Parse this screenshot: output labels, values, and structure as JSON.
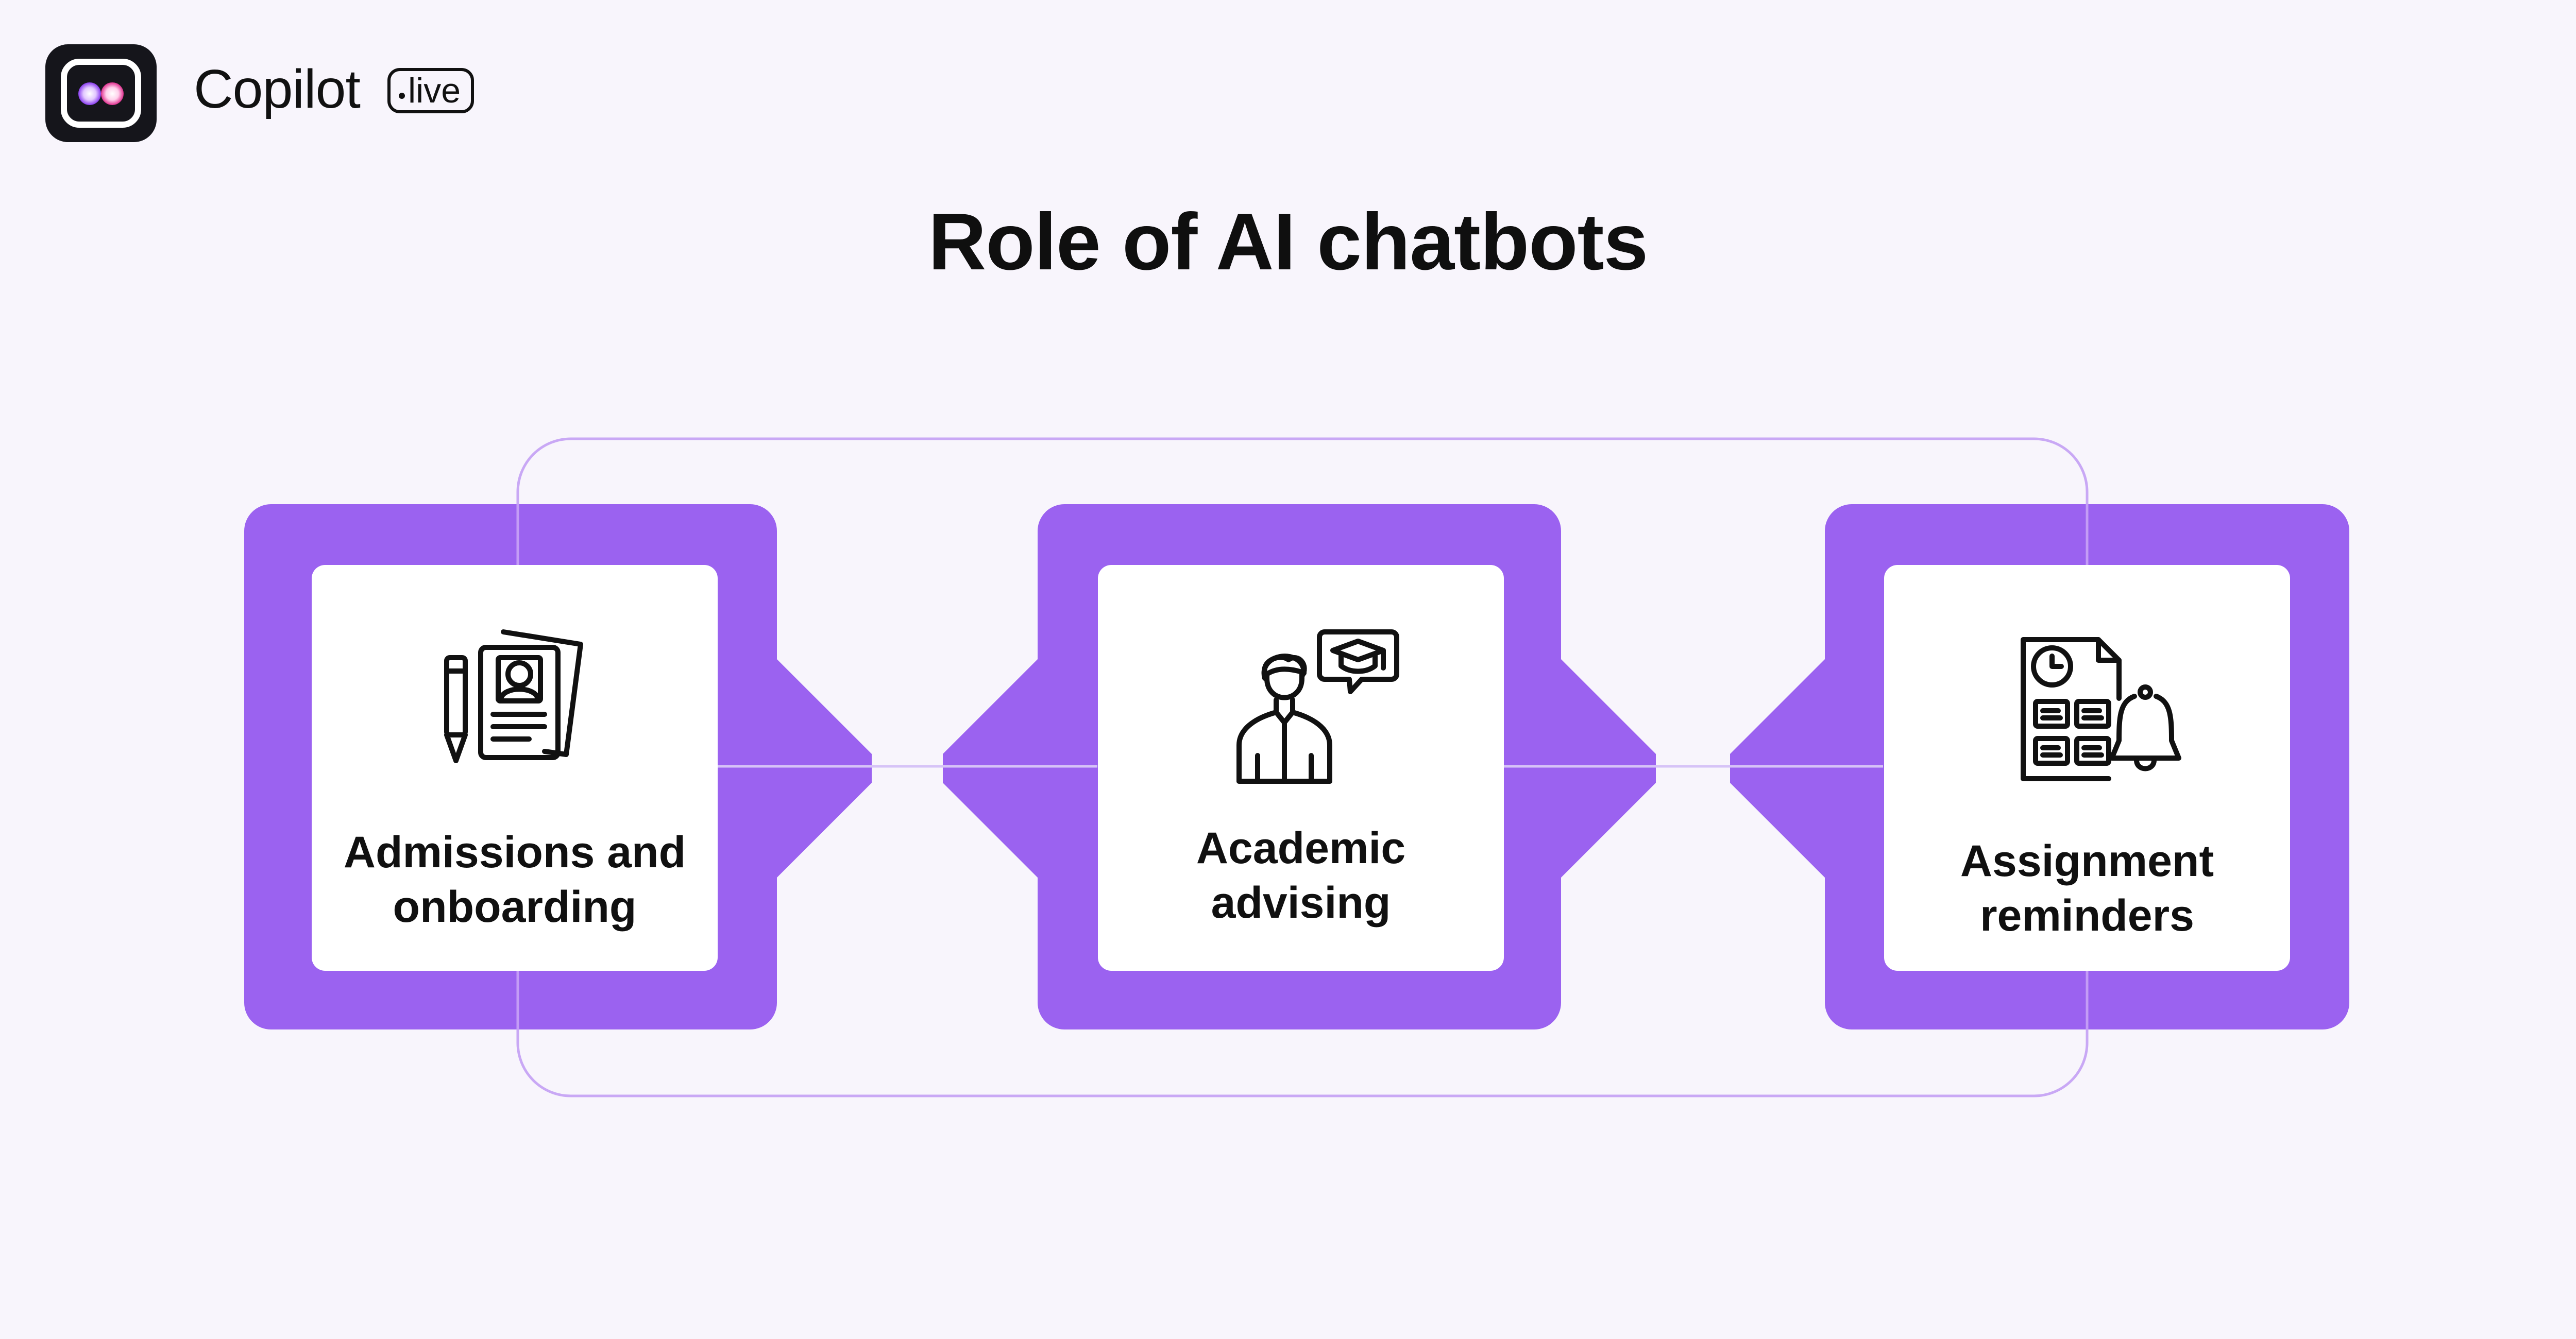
{
  "brand": {
    "name": "Copilot",
    "badge": "live",
    "logo_icon": "copilot-logo-icon"
  },
  "title": "Role of AI chatbots",
  "steps": [
    {
      "label_line1": "Admissions and",
      "label_line2": "onboarding",
      "icon": "resume-document-icon"
    },
    {
      "label_line1": "Academic",
      "label_line2": "advising",
      "icon": "student-graduation-speech-icon"
    },
    {
      "label_line1": "Assignment",
      "label_line2": "reminders",
      "icon": "schedule-bell-icon"
    }
  ],
  "colors": {
    "background": "#f8f5fc",
    "accent": "#9b62f0",
    "accent_line": "#a97ef0",
    "card": "#ffffff",
    "text": "#101010"
  }
}
